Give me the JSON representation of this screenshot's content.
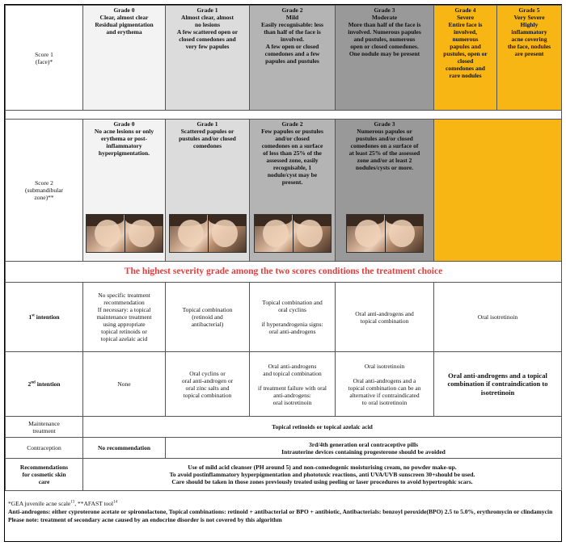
{
  "score1": {
    "label": "Score 1\n(face)*",
    "grades": [
      {
        "grade": "Grade 0",
        "desc": "Clear, almost clear\nResidual pigmentation\nand erythema"
      },
      {
        "grade": "Grade 1",
        "desc": "Almost clear, almost\nno lesions\nA few scattered open or\nclosed comedones and\nvery few papules"
      },
      {
        "grade": "Grade 2",
        "desc": "Mild\nEasily recognisable: less\nthan half of the face is\ninvolved.\nA few open or closed\ncomedones and a few\npapules and pustules"
      },
      {
        "grade": "Grade 3",
        "desc": "Moderate\nMore than half of the face is\ninvolved. Numerous papules\nand pustules, numerous\nopen or closed comedones.\nOne nodule may be present"
      },
      {
        "grade": "Grade 4",
        "desc": "Severe\nEntire face is\ninvolved,\nnumerous\npapules and\npustules, open or\nclosed\ncomedones and\nrare nodules"
      },
      {
        "grade": "Grade 5",
        "desc": "Very Severe\nHighly\ninflammatory\nacne covering\nthe face, nodules\nare present"
      }
    ]
  },
  "score2": {
    "label": "Score 2\n(submandibular\nzone)**",
    "grades": [
      {
        "grade": "Grade 0",
        "desc": "No acne lesions or only\nerythema or post-\ninflammatory\nhyperpigmentation."
      },
      {
        "grade": "Grade 1",
        "desc": "Scattered papules or\npustules and/or closed\ncomedones"
      },
      {
        "grade": "Grade 2",
        "desc": "Few papules or pustules\nand/or closed\ncomedones on a surface\nof less than 25% of the\nassessed zone, easily\nrecognisable, 1\nnodule/cyst may be\npresent."
      },
      {
        "grade": "Grade 3",
        "desc": "Numerous papules or\npustules and/or closed\ncomedones on a surface of\nat least 25% of the assessed\nzone and/or at least 2\nnodules/cysts or more."
      }
    ]
  },
  "banner": "The highest severity grade among the two scores conditions the treatment choice",
  "first_intention": {
    "label_main": "1",
    "label_sup": "st",
    "label_rest": " intention",
    "cells": [
      "No specific treatment\nrecommendation\nIf necessary: a topical\nmaintenance treatment\nusing appropriate\ntopical retinoids or\ntopical azelaic acid",
      "Topical combination\n(retinoid and\nantibacterial)",
      "Topical combination and\noral cyclins\n\nif hyperandrogenia signs:\noral anti-androgens",
      "Oral anti-androgens and\ntopical combination",
      "Oral isotretinoin"
    ]
  },
  "second_intention": {
    "label_main": "2",
    "label_sup": "nd",
    "label_rest": " intention",
    "cells": [
      "None",
      "Oral cyclins or\noral anti-androgen or\noral zinc salts and\ntopical combination",
      "Oral anti-androgens\nand topical combination\n\nif treatment failure with oral\nanti-androgens:\noral isotretinoin",
      "Oral isotretinoin\n\nOral anti-androgens and a\ntopical combination can be an\nalternative if contraindicated\nto oral isotretinoin",
      "Oral anti-androgens and a topical\ncombination if contraindication to\nisotretinoin"
    ]
  },
  "maintenance": {
    "label": "Maintenance\ntreatment",
    "text": "Topical retinoids or topical azelaic acid"
  },
  "contraception": {
    "label": "Contraception",
    "none": "No recommendation",
    "text": "3rd/4th generation oral contraceptive pills\nIntrauterine devices containing progesterone should be avoided"
  },
  "skin_care": {
    "label": "Recommendations\nfor cosmetic skin\ncare",
    "text": "Use of mild acid cleanser (PH around 5) and non-comedogenic moisturising cream, no powder make-up.\nTo avoid postinflammatory hyperpigmentation  and phototoxic reactions, anti UVA/UVB sunscreen 30+should be used.\nCare should be taken in those zones previously treated using peeling or laser procedures to avoid hypertrophic scars."
  },
  "footnotes": {
    "scale_a": "*GEA juvenile acne scale",
    "scale_a_sup": "13",
    "scale_b": ", **AFAST tool",
    "scale_b_sup": "14",
    "definitions": "Anti-androgens: either cyproterone acetate or spironolactone, Topical combinations: retinoid + antibacterial or BPO + antibiotic, Antibacterials: benzoyl peroxide(BPO) 2.5 to 5.0%, erythromycin or clindamycin",
    "note": "Please note: treatment of secondary acne caused by an endocrine disorder is not covered by this algorithm"
  }
}
